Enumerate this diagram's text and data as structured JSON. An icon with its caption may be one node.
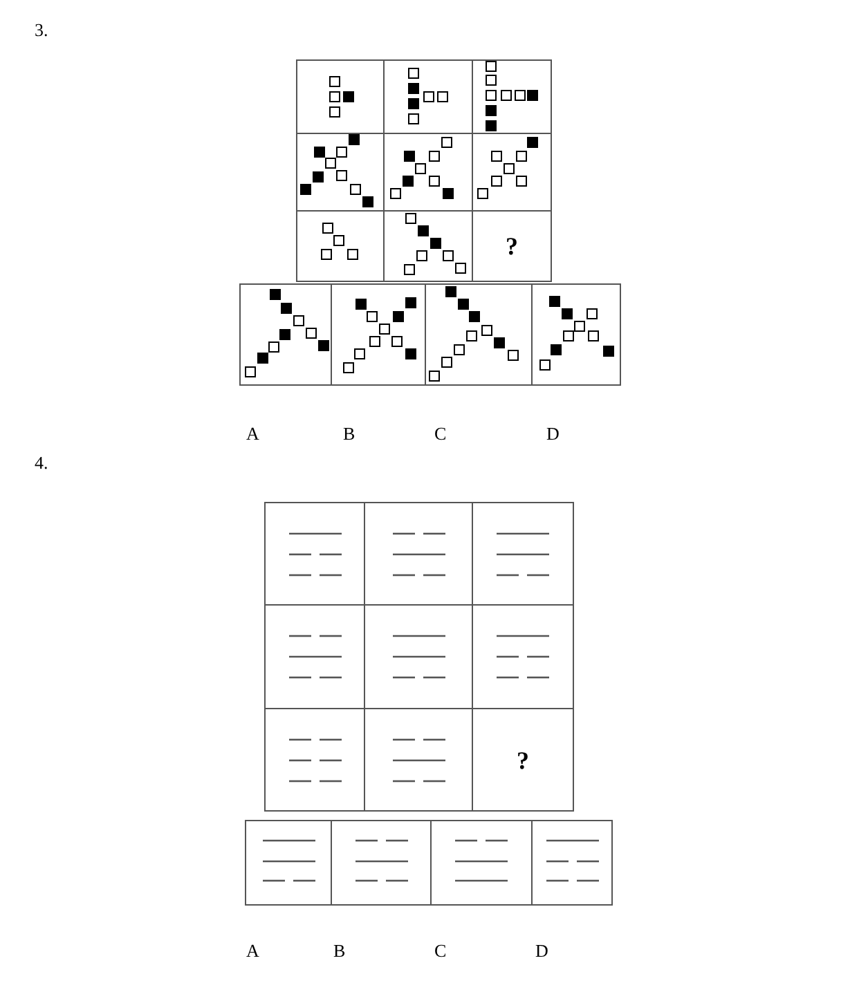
{
  "diagram": {
    "labels": [
      "3.",
      "?",
      "A",
      "B",
      "C",
      "D",
      "4.",
      "?",
      "A",
      "B",
      "C",
      "D"
    ]
  }
}
